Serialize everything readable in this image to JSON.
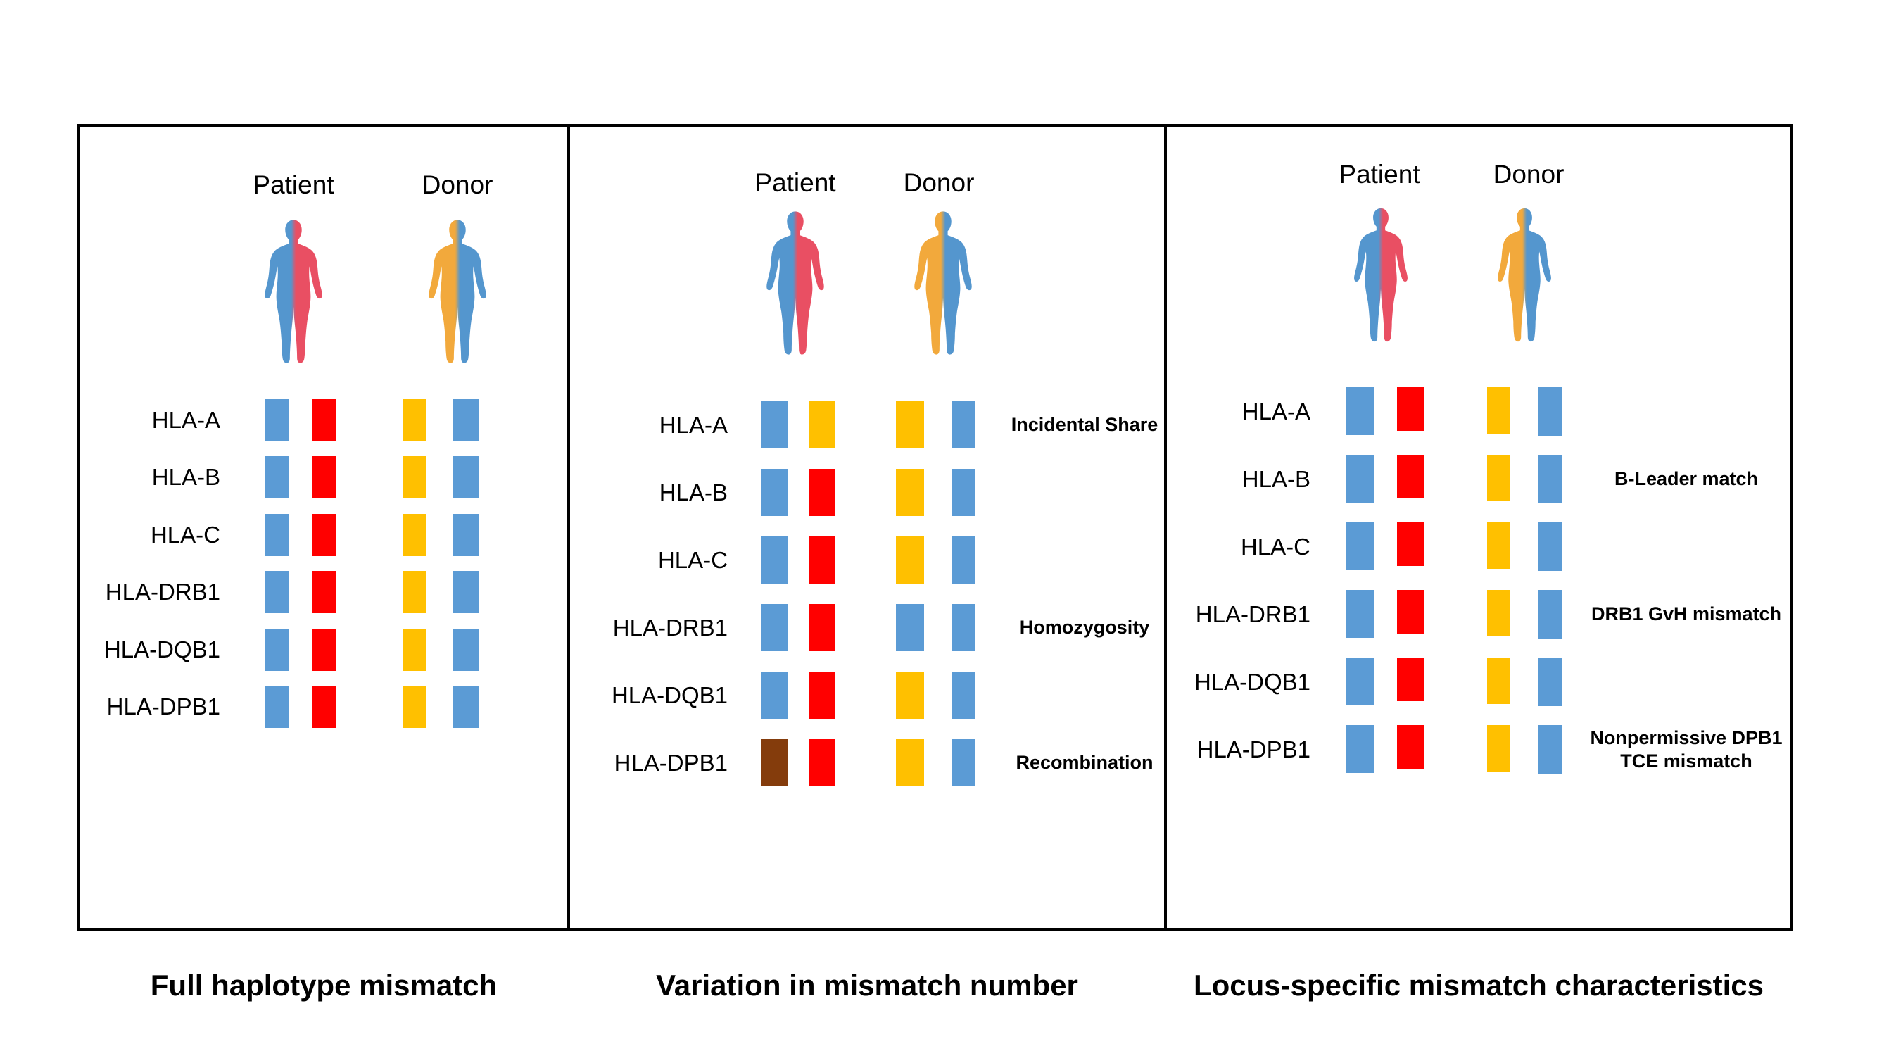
{
  "colors": {
    "blue": "#5B9BD5",
    "red": "#FF0000",
    "yellow": "#FFC000",
    "brown": "#843C0C",
    "figure_blue": "#5496CE",
    "figure_red": "#E94F63",
    "figure_yellow": "#F2A93C",
    "border_black": "#000000"
  },
  "panels": [
    {
      "title": "Full haplotype mismatch",
      "header": {
        "patient": "Patient",
        "donor": "Donor"
      },
      "figures": {
        "patient": [
          "figure_blue",
          "figure_red"
        ],
        "donor": [
          "figure_yellow",
          "figure_blue"
        ]
      },
      "rows": [
        {
          "locus": "HLA-A",
          "patient": [
            "blue",
            "red"
          ],
          "donor": [
            "yellow",
            "blue"
          ],
          "annotation": ""
        },
        {
          "locus": "HLA-B",
          "patient": [
            "blue",
            "red"
          ],
          "donor": [
            "yellow",
            "blue"
          ],
          "annotation": ""
        },
        {
          "locus": "HLA-C",
          "patient": [
            "blue",
            "red"
          ],
          "donor": [
            "yellow",
            "blue"
          ],
          "annotation": ""
        },
        {
          "locus": "HLA-DRB1",
          "patient": [
            "blue",
            "red"
          ],
          "donor": [
            "yellow",
            "blue"
          ],
          "annotation": ""
        },
        {
          "locus": "HLA-DQB1",
          "patient": [
            "blue",
            "red"
          ],
          "donor": [
            "yellow",
            "blue"
          ],
          "annotation": ""
        },
        {
          "locus": "HLA-DPB1",
          "patient": [
            "blue",
            "red"
          ],
          "donor": [
            "yellow",
            "blue"
          ],
          "annotation": ""
        }
      ]
    },
    {
      "title": "Variation in mismatch number",
      "header": {
        "patient": "Patient",
        "donor": "Donor"
      },
      "figures": {
        "patient": [
          "figure_blue",
          "figure_red"
        ],
        "donor": [
          "figure_yellow",
          "figure_blue"
        ]
      },
      "rows": [
        {
          "locus": "HLA-A",
          "patient": [
            "blue",
            "yellow"
          ],
          "donor": [
            "yellow",
            "blue"
          ],
          "annotation": "Incidental Share"
        },
        {
          "locus": "HLA-B",
          "patient": [
            "blue",
            "red"
          ],
          "donor": [
            "yellow",
            "blue"
          ],
          "annotation": ""
        },
        {
          "locus": "HLA-C",
          "patient": [
            "blue",
            "red"
          ],
          "donor": [
            "yellow",
            "blue"
          ],
          "annotation": ""
        },
        {
          "locus": "HLA-DRB1",
          "patient": [
            "blue",
            "red"
          ],
          "donor": [
            "blue",
            "blue"
          ],
          "annotation": "Homozygosity"
        },
        {
          "locus": "HLA-DQB1",
          "patient": [
            "blue",
            "red"
          ],
          "donor": [
            "yellow",
            "blue"
          ],
          "annotation": ""
        },
        {
          "locus": "HLA-DPB1",
          "patient": [
            "brown",
            "red"
          ],
          "donor": [
            "yellow",
            "blue"
          ],
          "annotation": "Recombination"
        }
      ]
    },
    {
      "title": "Locus-specific mismatch characteristics",
      "header": {
        "patient": "Patient",
        "donor": "Donor"
      },
      "figures": {
        "patient": [
          "figure_blue",
          "figure_red"
        ],
        "donor": [
          "figure_yellow",
          "figure_blue"
        ]
      },
      "rows": [
        {
          "locus": "HLA-A",
          "patient": [
            "blue",
            "red"
          ],
          "donor": [
            "yellow",
            "blue"
          ],
          "annotation": ""
        },
        {
          "locus": "HLA-B",
          "patient": [
            "blue",
            "red"
          ],
          "donor": [
            "yellow",
            "blue"
          ],
          "annotation": "B-Leader match"
        },
        {
          "locus": "HLA-C",
          "patient": [
            "blue",
            "red"
          ],
          "donor": [
            "yellow",
            "blue"
          ],
          "annotation": ""
        },
        {
          "locus": "HLA-DRB1",
          "patient": [
            "blue",
            "red"
          ],
          "donor": [
            "yellow",
            "blue"
          ],
          "annotation": "DRB1 GvH mismatch"
        },
        {
          "locus": "HLA-DQB1",
          "patient": [
            "blue",
            "red"
          ],
          "donor": [
            "yellow",
            "blue"
          ],
          "annotation": ""
        },
        {
          "locus": "HLA-DPB1",
          "patient": [
            "blue",
            "red"
          ],
          "donor": [
            "yellow",
            "blue"
          ],
          "annotation": "Nonpermissive DPB1\nTCE mismatch"
        }
      ]
    }
  ]
}
